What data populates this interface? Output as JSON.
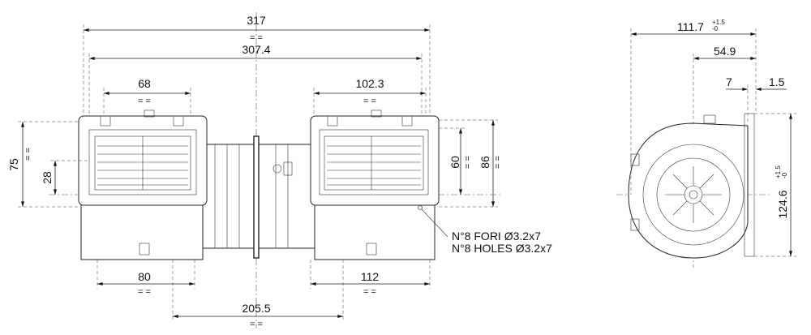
{
  "front_view": {
    "dimensions": {
      "overall_317": "317",
      "mounting_307_4": "307.4",
      "left_inlet_68": "68",
      "right_inlet_102_3": "102.3",
      "height_75": "75",
      "offset_28": "28",
      "height_60": "60",
      "height_86": "86",
      "left_outlet_80": "80",
      "right_outlet_112": "112",
      "centers_205_5": "205.5"
    },
    "symmetry_mark": "= =",
    "hole_note": {
      "italian": "N°8 FORI Ø3.2x7",
      "english": "N°8 HOLES Ø3.2x7"
    }
  },
  "side_view": {
    "dimensions": {
      "width_111_7": "111.7",
      "width_tol_plus": "+1.5",
      "width_tol_minus": "-0",
      "offset_54_9": "54.9",
      "flange_7": "7",
      "flange_1_5": "1.5",
      "height_124_6": "124.6",
      "height_tol_plus": "+1.5",
      "height_tol_minus": "-0"
    }
  }
}
